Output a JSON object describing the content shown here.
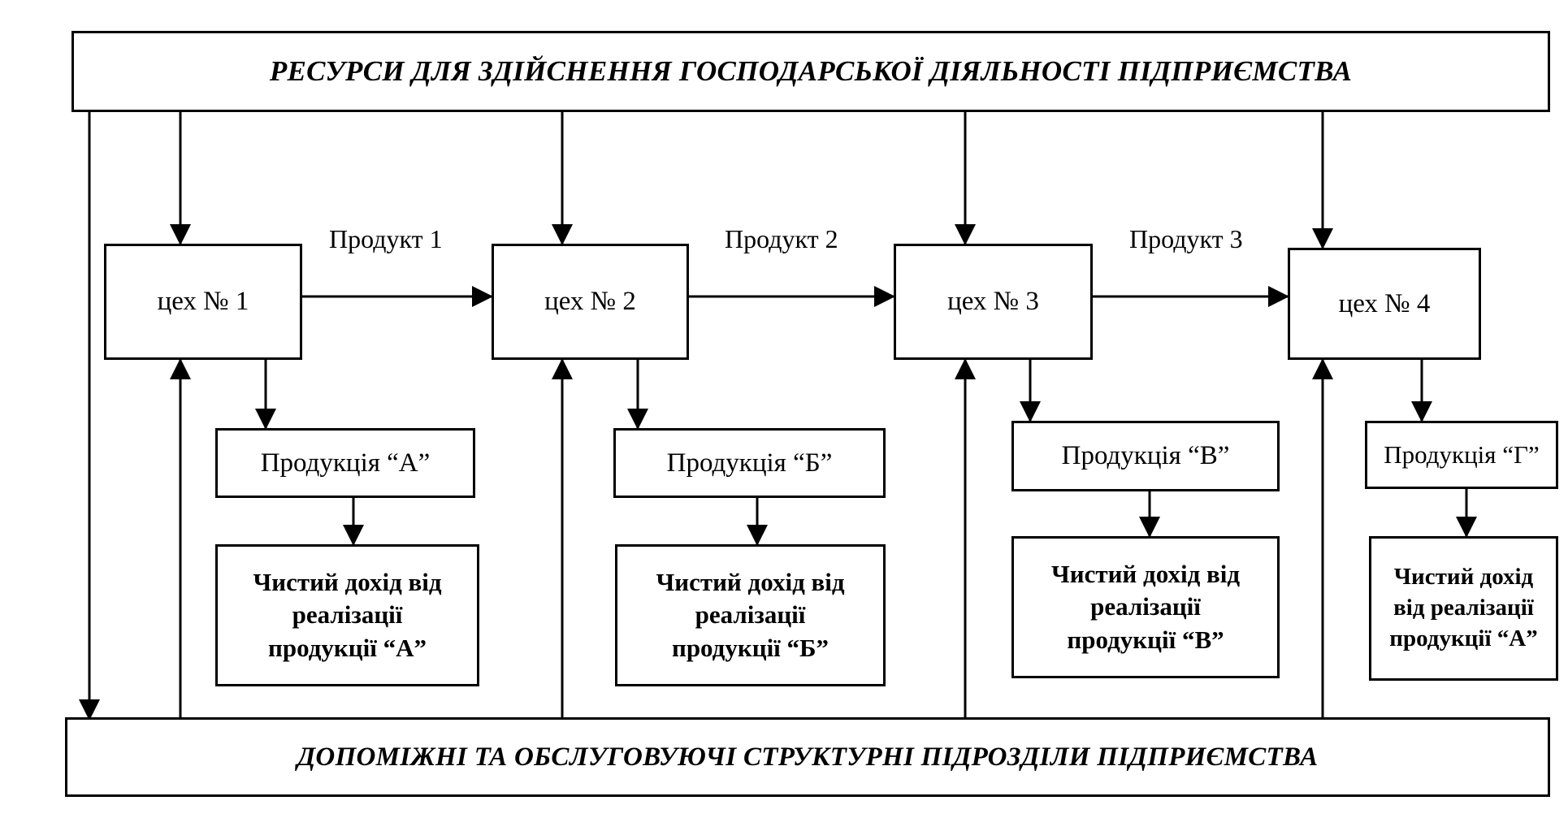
{
  "diagram": {
    "top_box": "РЕСУРСИ ДЛЯ ЗДІЙСНЕННЯ ГОСПОДАРСЬКОЇ ДІЯЛЬНОСТІ ПІДПРИЄМСТВА",
    "bottom_box": "ДОПОМІЖНІ ТА ОБСЛУГОВУЮЧІ СТРУКТУРНІ ПІДРОЗДІЛИ ПІДПРИЄМСТВА",
    "shops": [
      {
        "label": "цех № 1"
      },
      {
        "label": "цех № 2"
      },
      {
        "label": "цех № 3"
      },
      {
        "label": "цех № 4"
      }
    ],
    "flows": [
      {
        "label": "Продукт 1"
      },
      {
        "label": "Продукт 2"
      },
      {
        "label": "Продукт 3"
      }
    ],
    "products": [
      {
        "label": "Продукція “А”"
      },
      {
        "label": "Продукція “Б”"
      },
      {
        "label": "Продукція “В”"
      },
      {
        "label": "Продукція “Г”"
      }
    ],
    "incomes": [
      {
        "lines": [
          "Чистий дохід від",
          "реалізації",
          "продукції “А”"
        ]
      },
      {
        "lines": [
          "Чистий дохід від",
          "реалізації",
          "продукції “Б”"
        ]
      },
      {
        "lines": [
          "Чистий дохід від",
          "реалізації",
          "продукції “В”"
        ]
      },
      {
        "lines": [
          "Чистий дохід",
          "від реалізації",
          "продукції “А”"
        ]
      }
    ]
  }
}
